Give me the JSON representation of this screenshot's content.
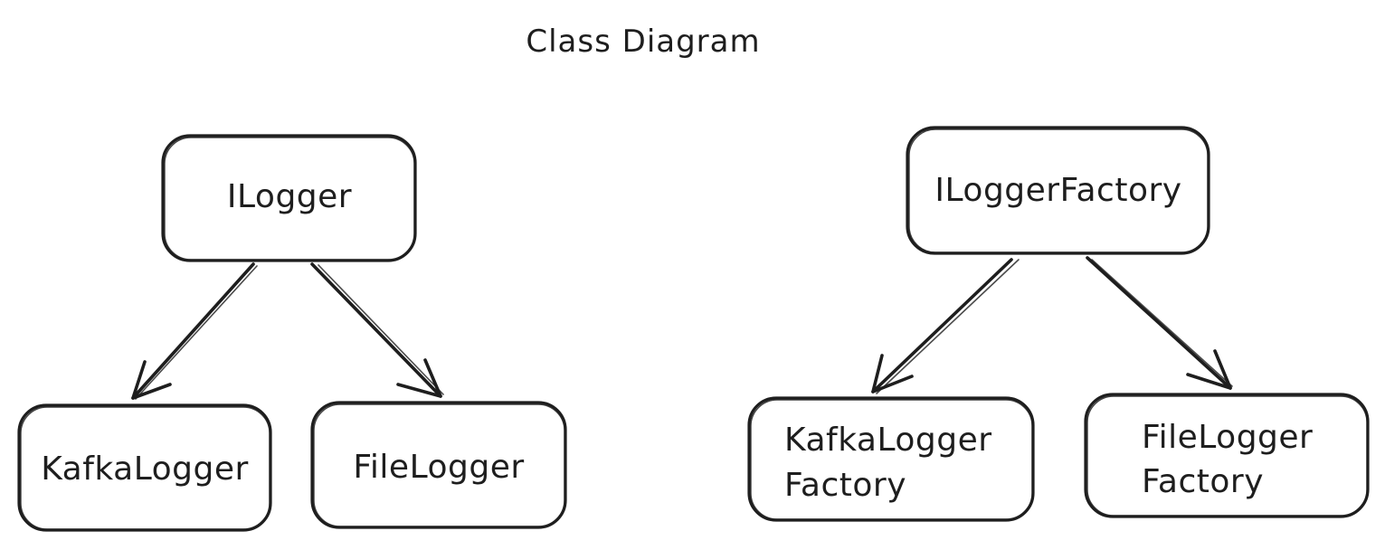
{
  "diagram": {
    "title": "Class Diagram",
    "nodes": {
      "ilogger": {
        "label": "ILogger"
      },
      "kafka_logger": {
        "label": "KafkaLogger"
      },
      "file_logger": {
        "label": "FileLogger"
      },
      "ilogger_factory": {
        "label": "ILoggerFactory"
      },
      "kafka_logger_factory": {
        "label_line1": "KafkaLogger",
        "label_line2": "Factory"
      },
      "file_logger_factory": {
        "label_line1": "FileLogger",
        "label_line2": "Factory"
      }
    },
    "edges": [
      {
        "from": "ILogger",
        "to": "KafkaLogger"
      },
      {
        "from": "ILogger",
        "to": "FileLogger"
      },
      {
        "from": "ILoggerFactory",
        "to": "KafkaLoggerFactory"
      },
      {
        "from": "ILoggerFactory",
        "to": "FileLoggerFactory"
      }
    ],
    "colors": {
      "stroke": "#1e1e1e",
      "background": "#ffffff"
    }
  }
}
